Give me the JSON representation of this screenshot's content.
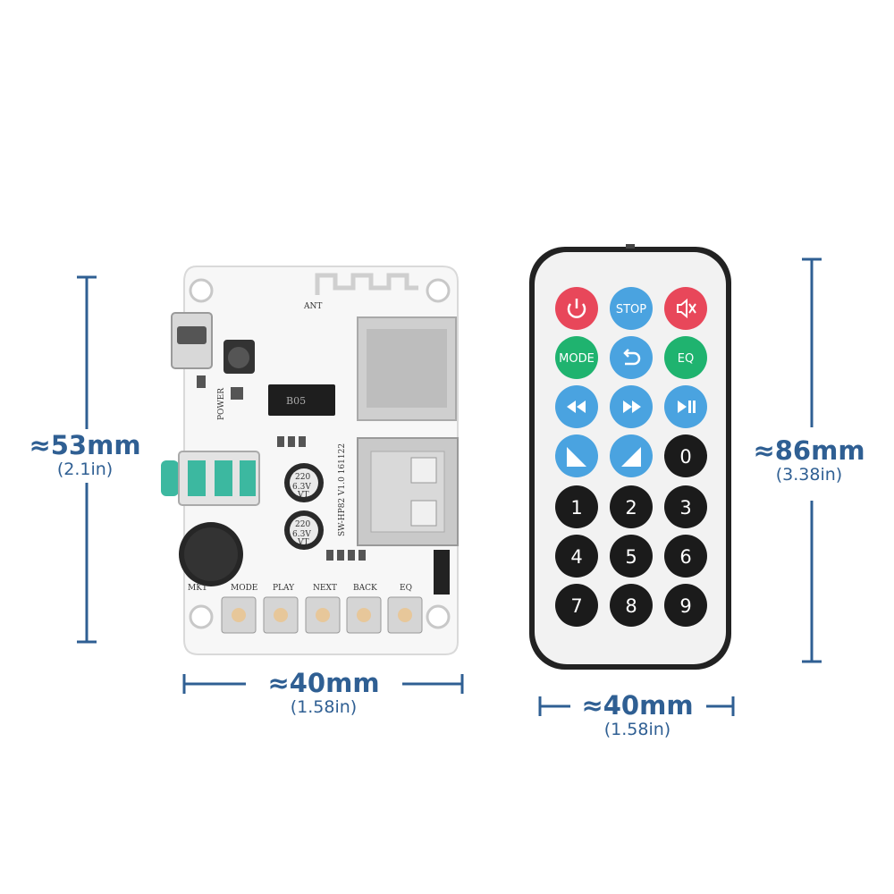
{
  "dimensions": {
    "board_height": {
      "main": "≈53mm",
      "sub": "(2.1in)"
    },
    "board_width": {
      "main": "≈40mm",
      "sub": "(1.58in)"
    },
    "remote_height": {
      "main": "≈86mm",
      "sub": "(3.38in)"
    },
    "remote_width": {
      "main": "≈40mm",
      "sub": "(1.58in)"
    }
  },
  "colors": {
    "dimension": "#2f5f93",
    "remote_red": "#e8475a",
    "remote_blue": "#4aa3e0",
    "remote_green": "#1fb36f",
    "remote_black": "#1b1b1b"
  },
  "remote_buttons": {
    "stop": "STOP",
    "mode": "MODE",
    "eq": "EQ",
    "n0": "0",
    "n1": "1",
    "n2": "2",
    "n3": "3",
    "n4": "4",
    "n5": "5",
    "n6": "6",
    "n7": "7",
    "n8": "8",
    "n9": "9"
  },
  "icons": {
    "power": "power-icon",
    "mute": "mute-icon",
    "return": "return-icon",
    "prev": "prev-icon",
    "next": "next-icon",
    "play_pause": "play-pause-icon",
    "vol_down": "volume-down-icon",
    "vol_up": "volume-up-icon"
  },
  "board": {
    "chip": "B05",
    "cap_label_1": "220",
    "cap_label_2": "6.3V",
    "cap_label_3": "VT",
    "power": "POWER",
    "mode": "MODE",
    "play": "PLAY",
    "next": "NEXT",
    "back": "BACK",
    "eq": "EQ",
    "mk": "MK1",
    "ant": "ANT",
    "model": "SW-HP82 V1.0 161122"
  }
}
